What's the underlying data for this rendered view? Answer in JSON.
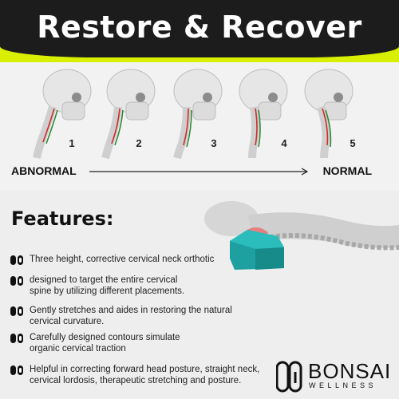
{
  "header": {
    "title": "Restore & Recover"
  },
  "stages": {
    "numbers": [
      "1",
      "2",
      "3",
      "4",
      "5"
    ]
  },
  "progress": {
    "start_label": "ABNORMAL",
    "end_label": "NORMAL"
  },
  "features": {
    "heading": "Features:",
    "items": [
      "Three height, corrective cervical neck orthotic",
      "designed to target the entire cervical spine by utilizing different placements.",
      "Gently stretches and aides in restoring the natural cervical curvature.",
      "Carefully designed contours simulate organic cervical traction",
      "Helpful in correcting forward head posture, straight neck, cervical lordosis, therapeutic stretching and posture."
    ]
  },
  "brand": {
    "name": "BONSAI",
    "tagline": "WELLNESS"
  },
  "colors": {
    "accent": "#d8f000",
    "header_bg": "#1c1c1c",
    "orthotic": "#1fa0a0",
    "spine_red": "#d12b2b",
    "spine_green": "#2e8b3a"
  }
}
